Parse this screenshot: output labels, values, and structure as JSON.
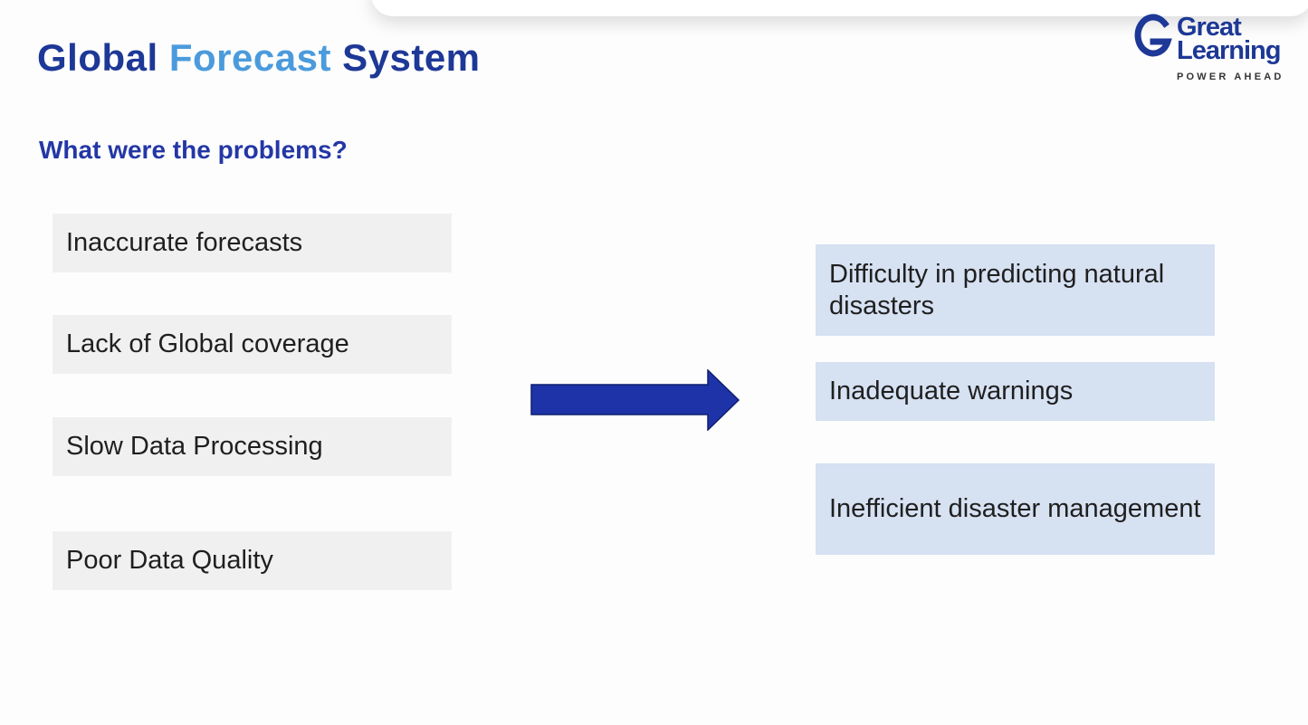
{
  "slide": {
    "title_part1": "Global",
    "title_part2": "Forecast",
    "title_part3": "System",
    "subtitle": "What were the problems?"
  },
  "logo": {
    "line1": "Great",
    "line2": "Learning",
    "tagline": "POWER AHEAD"
  },
  "problems": [
    "Inaccurate forecasts",
    "Lack of Global coverage",
    "Slow Data Processing",
    "Poor Data Quality"
  ],
  "effects": [
    "Difficulty in predicting natural disasters",
    "Inadequate warnings",
    "Inefficient disaster management"
  ],
  "colors": {
    "title_blue": "#1d3896",
    "title_accent": "#4b9bdc",
    "subtitle_blue": "#2337a6",
    "arrow_fill": "#1f33a8",
    "problem_box": "#f0f0f0",
    "effect_box": "#d6e1f2"
  }
}
